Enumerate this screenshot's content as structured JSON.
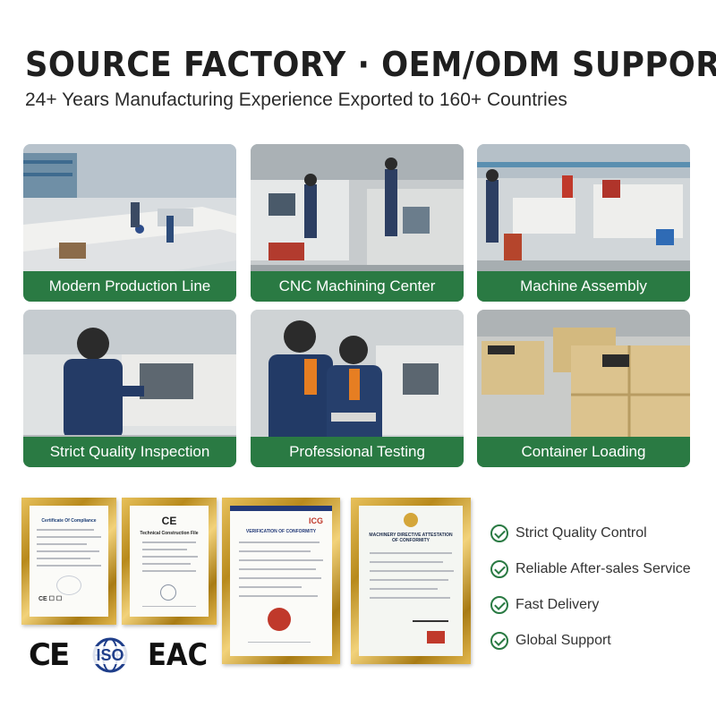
{
  "header": {
    "title": "SOURCE FACTORY · OEM/ODM SUPPORT",
    "subtitle": "24+ Years Manufacturing Experience Exported to 160+ Countries"
  },
  "tiles": [
    {
      "caption": "Modern Production Line"
    },
    {
      "caption": "CNC Machining Center"
    },
    {
      "caption": "Machine Assembly"
    },
    {
      "caption": "Strict Quality Inspection"
    },
    {
      "caption": "Professional Testing"
    },
    {
      "caption": "Container Loading"
    }
  ],
  "certificates": [
    {
      "title": "Certificate Of Compliance"
    },
    {
      "title": "Technical Construction File"
    },
    {
      "title": "VERIFICATION OF CONFORMITY",
      "badge": "ICG"
    },
    {
      "title": "MACHINERY DIRECTIVE ATTESTATION OF CONFORMITY"
    }
  ],
  "features": [
    {
      "label": "Strict Quality Control"
    },
    {
      "label": "Reliable After-sales Service"
    },
    {
      "label": "Fast Delivery"
    },
    {
      "label": "Global Support"
    }
  ],
  "marks": {
    "ce": "CE",
    "iso": "ISO",
    "eac": "EAC"
  },
  "colors": {
    "caption_green": "#2a7a43",
    "frame_gold": "#d4a63a",
    "title_dark": "#1f1f1f"
  },
  "icons": [
    "check-circle-icon",
    "ce-mark-icon",
    "iso-globe-icon",
    "eac-mark-icon"
  ]
}
